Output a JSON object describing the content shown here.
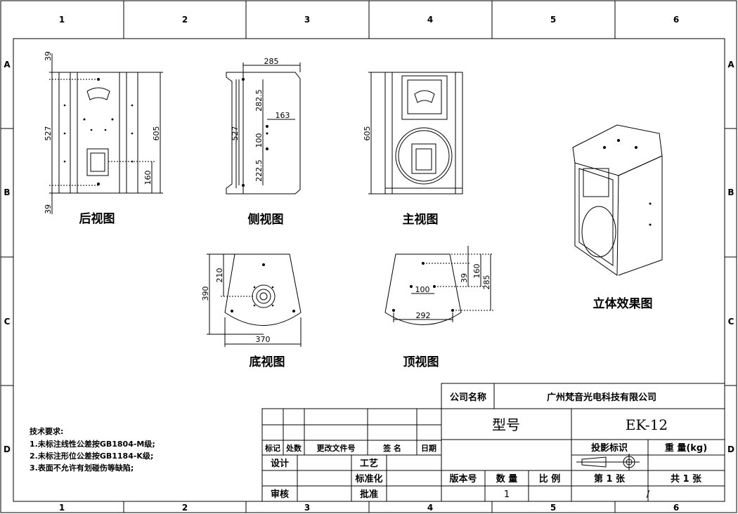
{
  "frame": {
    "columns": [
      "1",
      "2",
      "3",
      "4",
      "5",
      "6"
    ],
    "rows": [
      "A",
      "B",
      "C",
      "D"
    ]
  },
  "views": {
    "rear": {
      "label": "后视图",
      "dims": {
        "top": "39",
        "middle": "527",
        "bottom": "39",
        "height": "605",
        "handle": "160"
      }
    },
    "side": {
      "label": "侧视图",
      "dims": {
        "depth": "285",
        "upper": "282.5",
        "inner": "163",
        "total": "527",
        "mid": "100",
        "lower": "222.5"
      }
    },
    "front": {
      "label": "主视图",
      "dims": {
        "height": "605"
      }
    },
    "bottom": {
      "label": "底视图",
      "dims": {
        "depth": "390",
        "front": "210",
        "width": "370"
      }
    },
    "top": {
      "label": "顶视图",
      "dims": {
        "d1": "39",
        "d2": "160",
        "d3": "285",
        "spacing": "100",
        "width": "292"
      }
    },
    "iso": {
      "label": "立体效果图"
    }
  },
  "notes": {
    "title": "技术要求:",
    "items": [
      "1.未标注线性公差按GB1804-M级;",
      "2.未标注形位公差按GB1184-K级;",
      "3.表面不允许有划碰伤等缺陷;"
    ]
  },
  "title_block": {
    "company_label": "公司名称",
    "company_name": "广州梵音光电科技有限公司",
    "model_label": "型号",
    "model_value": "EK-12",
    "rev_headers": [
      "标记",
      "处数",
      "更改文件号",
      "签 名",
      "日期"
    ],
    "design": "设计",
    "process": "工艺",
    "standard": "标准化",
    "review": "审核",
    "approve": "批准",
    "projection": "投影标识",
    "weight": "重 量(kg)",
    "version": "版本号",
    "quantity": "数 量",
    "scale": "比 例",
    "sheet": "第 1 张",
    "total": "共 1 张",
    "quantity_value": "1",
    "scale_value": "/"
  }
}
